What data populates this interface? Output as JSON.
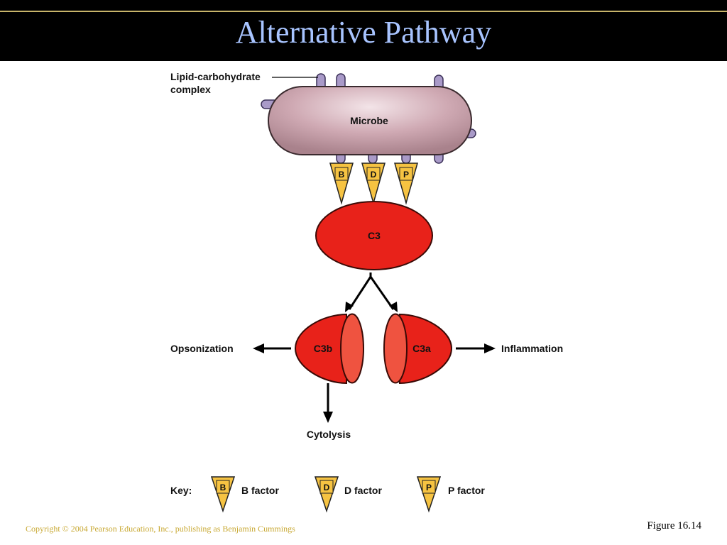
{
  "header": {
    "title": "Alternative Pathway"
  },
  "colors": {
    "title": "#a8c4ff",
    "microbe": "#c9a3ad",
    "protein": "#e8221a",
    "factor": "#f6c342",
    "receptor": "#a99ac8",
    "accent_line": "#c8b46a",
    "copyright": "#c8a832"
  },
  "diagram": {
    "lipid_label_1": "Lipid-carbohydrate",
    "lipid_label_2": "complex",
    "microbe_label": "Microbe",
    "factor_b": "B",
    "factor_d": "D",
    "factor_p": "P",
    "c3_label": "C3",
    "c3b_label": "C3b",
    "c3a_label": "C3a",
    "opsonization": "Opsonization",
    "inflammation": "Inflammation",
    "cytolysis": "Cytolysis",
    "key": {
      "label": "Key:",
      "b_letter": "B",
      "b_text": "B factor",
      "d_letter": "D",
      "d_text": "D factor",
      "p_letter": "P",
      "p_text": "P factor"
    }
  },
  "footer": {
    "copyright": "Copyright © 2004 Pearson Education, Inc., publishing as Benjamin Cummings",
    "figure": "Figure 16.14"
  }
}
